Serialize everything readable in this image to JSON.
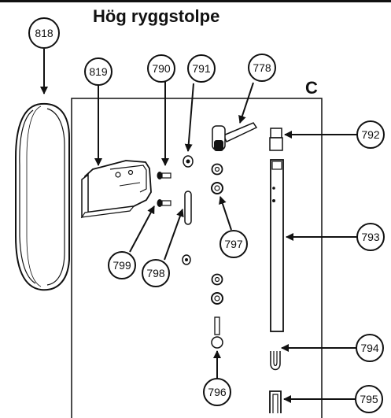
{
  "title": "Hög ryggstolpe",
  "panel_letter": "C",
  "callouts": {
    "c818": "818",
    "c819": "819",
    "c790": "790",
    "c791": "791",
    "c778": "778",
    "c792": "792",
    "c793": "793",
    "c797": "797",
    "c799": "799",
    "c798": "798",
    "c794": "794",
    "c796": "796",
    "c795": "795"
  }
}
